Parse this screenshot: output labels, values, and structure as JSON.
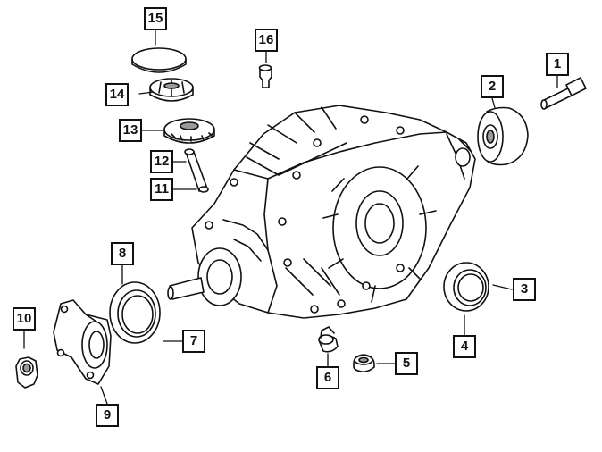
{
  "diagram": {
    "colors": {
      "line": "#111111",
      "fill": "#ffffff",
      "shade": "#9a9a9a"
    },
    "callouts": [
      {
        "id": "1",
        "label": "1"
      },
      {
        "id": "2",
        "label": "2"
      },
      {
        "id": "3",
        "label": "3"
      },
      {
        "id": "4",
        "label": "4"
      },
      {
        "id": "5",
        "label": "5"
      },
      {
        "id": "6",
        "label": "6"
      },
      {
        "id": "7",
        "label": "7"
      },
      {
        "id": "8",
        "label": "8"
      },
      {
        "id": "9",
        "label": "9"
      },
      {
        "id": "10",
        "label": "10"
      },
      {
        "id": "11",
        "label": "11"
      },
      {
        "id": "12",
        "label": "12"
      },
      {
        "id": "13",
        "label": "13"
      },
      {
        "id": "14",
        "label": "14"
      },
      {
        "id": "15",
        "label": "15"
      },
      {
        "id": "16",
        "label": "16"
      }
    ]
  }
}
